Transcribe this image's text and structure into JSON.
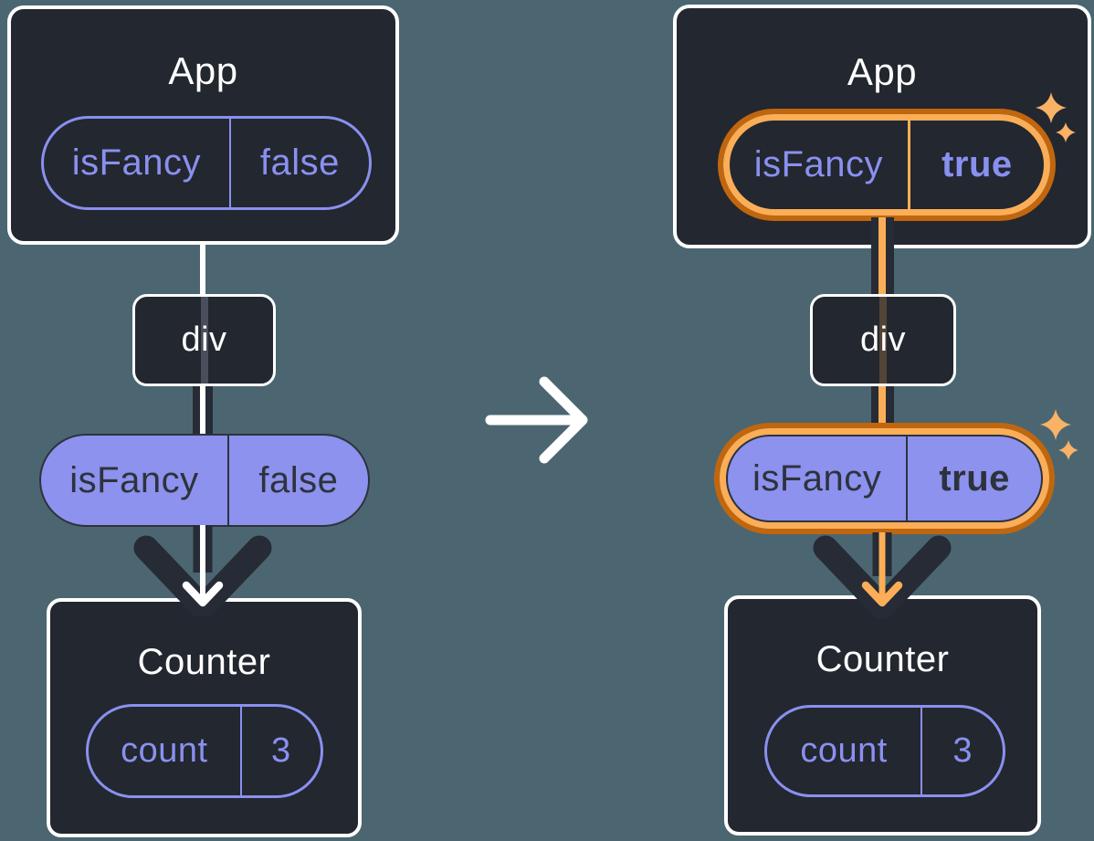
{
  "colors": {
    "background": "#4B6670",
    "box_bg": "#23272F",
    "box_border": "#FFFFFF",
    "purple": "#8A90F0",
    "purple_fill": "#8C92ED",
    "dark_text": "#2E323C",
    "dark_line": "#262B36",
    "orange_dark": "#C0660F",
    "orange_light": "#FBAE57",
    "sparkle": "#F9B266"
  },
  "before": {
    "app": {
      "title": "App",
      "prop_name": "isFancy",
      "prop_value": "false"
    },
    "div": {
      "title": "div"
    },
    "passed_prop": {
      "name": "isFancy",
      "value": "false"
    },
    "counter": {
      "title": "Counter",
      "state_name": "count",
      "state_value": "3"
    }
  },
  "after": {
    "app": {
      "title": "App",
      "prop_name": "isFancy",
      "prop_value": "true"
    },
    "div": {
      "title": "div"
    },
    "passed_prop": {
      "name": "isFancy",
      "value": "true"
    },
    "counter": {
      "title": "Counter",
      "state_name": "count",
      "state_value": "3"
    }
  }
}
